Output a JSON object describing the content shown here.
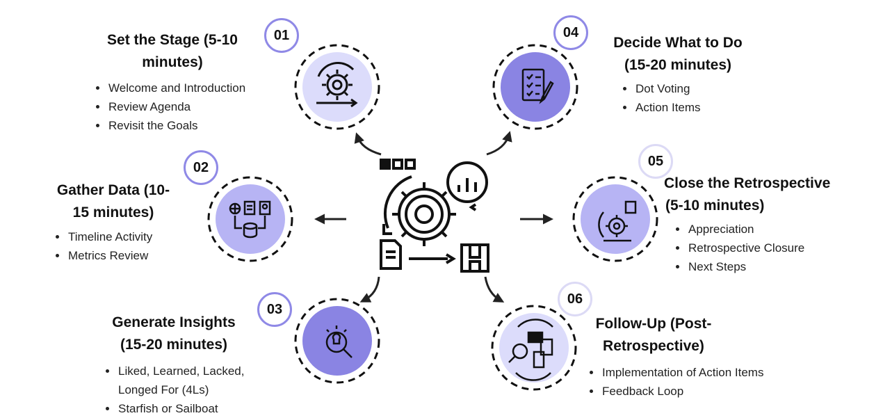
{
  "colors": {
    "light": "#dcdcfb",
    "mid": "#b7b4f4",
    "dark": "#8a84e3",
    "ink": "#111111",
    "badge_ring": "#dcdaf5"
  },
  "steps": [
    {
      "number": "01",
      "title_lines": [
        "Set the Stage (5-10",
        "minutes)"
      ],
      "items": [
        "Welcome and Introduction",
        "Review Agenda",
        "Revisit the Goals"
      ],
      "icon": "gear-cycle-icon"
    },
    {
      "number": "02",
      "title_lines": [
        "Gather Data (10-",
        "15 minutes)"
      ],
      "items": [
        "Timeline Activity",
        "Metrics Review"
      ],
      "icon": "data-gathering-icon"
    },
    {
      "number": "03",
      "title_lines": [
        "Generate Insights",
        "(15-20 minutes)"
      ],
      "items": [
        "Liked, Learned, Lacked,",
        "Longed For (4Ls)",
        "Starfish or Sailboat"
      ],
      "icon": "idea-magnifier-icon"
    },
    {
      "number": "04",
      "title_lines": [
        "Decide What to Do",
        "(15-20 minutes)"
      ],
      "items": [
        "Dot Voting",
        "Action Items"
      ],
      "icon": "checklist-icon"
    },
    {
      "number": "05",
      "title_lines": [
        "Close the Retrospective",
        "(5-10 minutes)"
      ],
      "items": [
        "Appreciation",
        "Retrospective Closure",
        "Next Steps"
      ],
      "icon": "closure-gear-icon"
    },
    {
      "number": "06",
      "title_lines": [
        "Follow-Up (Post-",
        "Retrospective)"
      ],
      "items": [
        "Implementation of Action Items",
        "Feedback Loop"
      ],
      "icon": "follow-up-icon"
    }
  ],
  "center": {
    "icon": "retrospective-process-icon"
  }
}
